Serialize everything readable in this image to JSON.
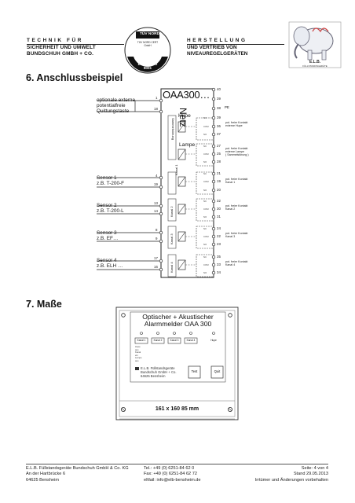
{
  "header": {
    "left_lines": [
      "TECHNIK FÜR",
      "SICHERHEIT UND UMWELT",
      "BUNDSCHUH GMBH + CO."
    ],
    "right_lines": [
      "HERSTELLUNG",
      "UND VERTRIEB VON",
      "NIVEAUREGELGERÄTEN"
    ],
    "cert_badge": {
      "top": "TÜV NORD",
      "middle": "TÜV NORD CERT GmbH",
      "ring": "DIN EN ISO 9001"
    },
    "elb_logo": {
      "label": "E.L.B.",
      "sub": "FÜLLSTANDSGERÄTE"
    }
  },
  "section6": {
    "number_title": "6. Anschlussbeispiel",
    "device_name": "OAA300…",
    "netz": "Netz",
    "hupe": "Hupe",
    "lampe": "Lampe",
    "sammel": "Sammelstörung",
    "pe": "PE",
    "left_labels": [
      {
        "name": "quittung",
        "text": "optionale externe\npotentialfreie\nQuittungstaste"
      },
      {
        "name": "sensor-1",
        "text": "Sensor 1\nz.B. T-200-F"
      },
      {
        "name": "sensor-2",
        "text": "Sensor 2\nz.B. T-200-L"
      },
      {
        "name": "sensor-3",
        "text": "Sensor 3\nz.B. EF…"
      },
      {
        "name": "sensor-4",
        "text": "Sensor 4\nz.B. ELH …"
      }
    ],
    "left_terminals": [
      "1",
      "18",
      "4",
      "19",
      "13",
      "14",
      "8",
      "9",
      "17",
      "16"
    ],
    "kanal_labels": [
      "Kanal 1",
      "Kanal 2",
      "Kanal 3",
      "Kanal 4"
    ],
    "right_terminals": [
      "40",
      "39",
      "38",
      "39",
      "36",
      "37",
      "27",
      "25",
      "28",
      "21",
      "19",
      "20",
      "32",
      "30",
      "31",
      "24",
      "22",
      "23",
      "35",
      "33",
      "34"
    ],
    "contact_small": [
      "NC",
      "COM",
      "NO"
    ],
    "right_notes": [
      {
        "name": "note-hupe",
        "text": "pot. freier Kontakt\nexterne Hupe"
      },
      {
        "name": "note-lampe",
        "text": "pot. freier Kontakt\nexterne Lampe\n( Sammelstörung )"
      },
      {
        "name": "note-k1",
        "text": "pot. freier Kontakt\nKanal 1"
      },
      {
        "name": "note-k2",
        "text": "pot. freier Kontakt\nKanal 2"
      },
      {
        "name": "note-k3",
        "text": "pot. freier Kontakt\nKanal 3"
      },
      {
        "name": "note-k4",
        "text": "pot. freier Kontakt\nKanal 4"
      }
    ]
  },
  "section7": {
    "number_title": "7.  Maße",
    "panel_title": [
      "Optischer + Akustischer",
      "Alarmmelder OAA 300"
    ],
    "lamp_labels": [
      "Kanal 1",
      "Kanal 2",
      "Kanal 3",
      "Kanal 4",
      "Hupe"
    ],
    "mini_text": [
      "Hupe",
      "aus",
      "Kanal",
      "ein",
      "Lampe",
      "aus"
    ],
    "company": [
      "E.L.B.  Füllstandsgeräte",
      "Bundschuh GmbH + Co.",
      "64625 Bensheim"
    ],
    "btn_test": "Test",
    "btn_quit": "Quit",
    "dimension": "161 x 160 85 mm"
  },
  "footer": {
    "col1": [
      "E.L.B. Füllstandsgeräte Bundschuh GmbH & Co. KG",
      "An der Hartbrücke 6",
      "64625 Bensheim"
    ],
    "col2": [
      "Tel.: +49 (0) 6251-84 62 0",
      "Fax: +49 (0) 6251-84 62 72",
      "eMail: info@elb-bensheim.de"
    ],
    "col3": [
      "Seite: 4 von 4",
      "Stand 29.05.2013",
      "Irrtümer und Änderungen vorbehalten"
    ]
  }
}
